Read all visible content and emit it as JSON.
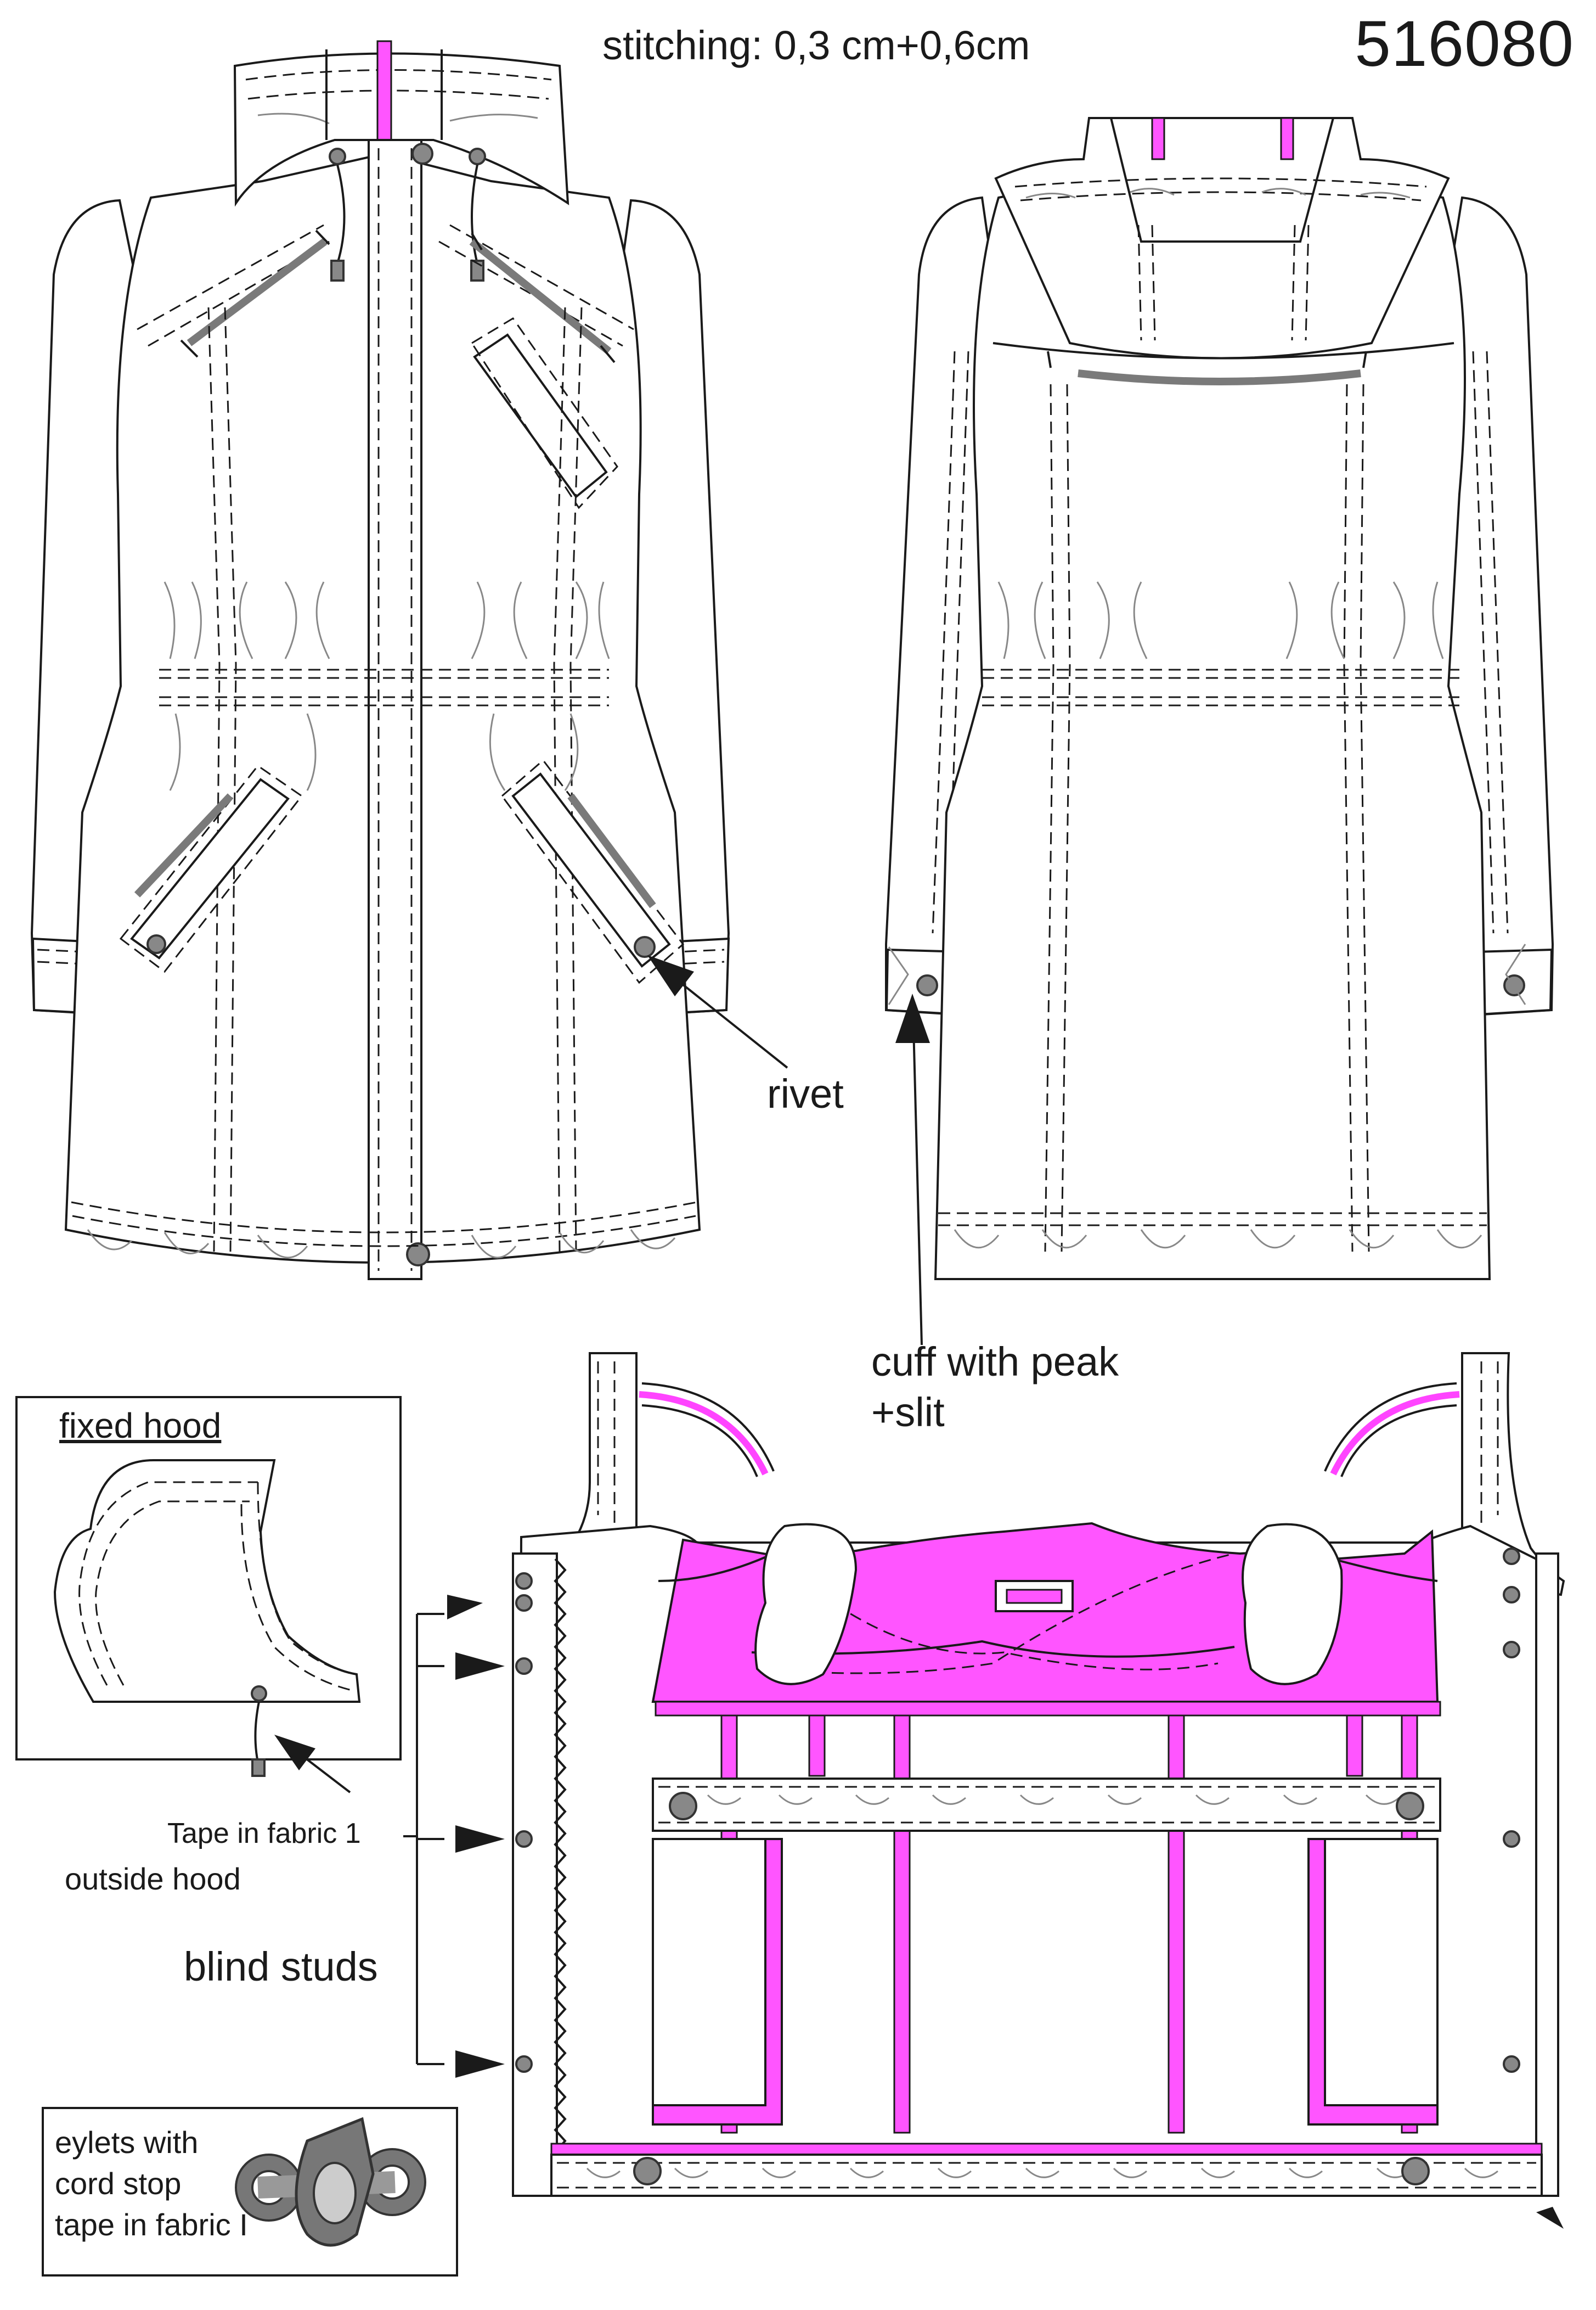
{
  "header": {
    "style_number": "516080",
    "stitching": "stitching: 0,3 cm+0,6cm"
  },
  "callouts": {
    "rivet": "rivet",
    "cuff_line1": "cuff with peak",
    "cuff_line2": "+slit",
    "blind_studs": "blind studs"
  },
  "detail_hood": {
    "title": "fixed hood",
    "tape_note": "Tape in fabric 1",
    "outside_note": "outside hood"
  },
  "detail_eyelets": {
    "line1": "eylets with",
    "line2": "cord stop",
    "line3": "tape in fabric I"
  },
  "colors": {
    "lining_accent": "#ff55ff",
    "outline": "#1a1a1a",
    "zip_tape": "#808080",
    "rivet": "#8a8a8a"
  },
  "views": [
    "front-view",
    "back-view",
    "inside-view"
  ]
}
